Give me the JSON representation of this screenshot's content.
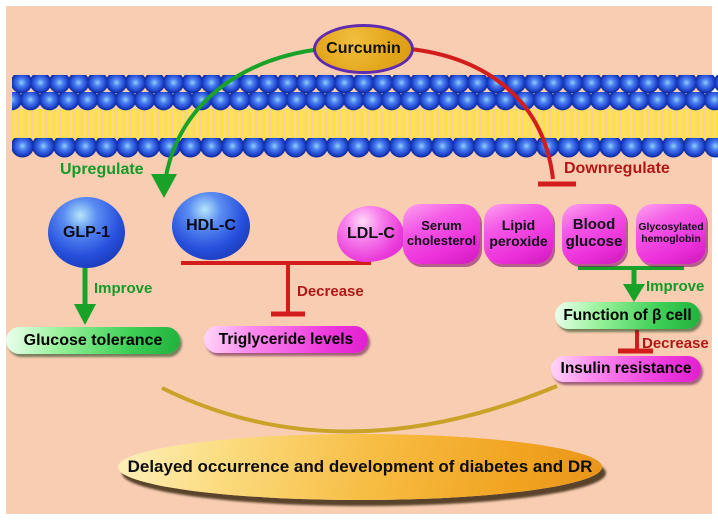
{
  "compound": "Curcumin",
  "labels": {
    "upregulate": "Upregulate",
    "downregulate": "Downregulate",
    "improve_left": "Improve",
    "decrease_mid": "Decrease",
    "improve_right": "Improve",
    "decrease_right": "Decrease"
  },
  "nodes": {
    "glp1": "GLP-1",
    "hdlc": "HDL-C",
    "ldlc": "LDL-C",
    "serum_cholesterol": "Serum cholesterol",
    "lipid_peroxide": "Lipid peroxide",
    "blood_glucose": "Blood glucose",
    "glycosylated_hemoglobin": "Glycosylated hemoglobin"
  },
  "outcomes": {
    "glucose_tolerance": "Glucose tolerance",
    "triglyceride_levels": "Triglyceride levels",
    "beta_cell_function": "Function of β cell",
    "insulin_resistance": "Insulin resistance",
    "final_outcome": "Delayed occurrence and development of diabetes and DR"
  },
  "colors": {
    "background": "#F8CDB2",
    "membrane_head_blue": "#2047D0",
    "membrane_tail_yellow": "#FFE438",
    "upregulate_green": "#149A28",
    "downregulate_red": "#B01818",
    "activation_line_green": "#18A228",
    "inhibition_line_red": "#D31C1C",
    "arc_gold": "#C9A227",
    "curcumin_fill": "#E3A71C",
    "curcumin_border": "#5F2BB0",
    "node_blue": "#2750DD",
    "node_magenta": "#EC30DA",
    "final_ellipse_orange": "#F1A320"
  }
}
